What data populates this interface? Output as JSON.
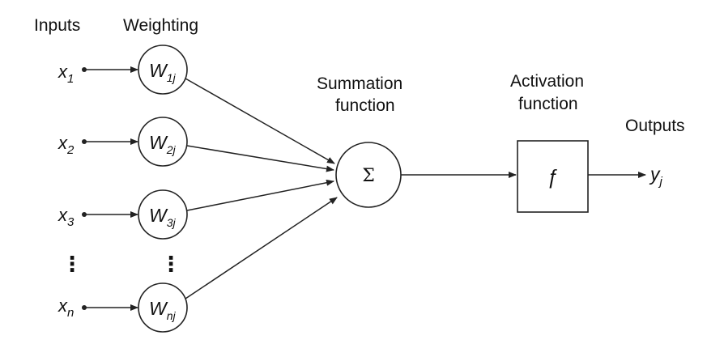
{
  "headers": {
    "inputs": "Inputs",
    "weighting": "Weighting",
    "summation_line1": "Summation",
    "summation_line2": "function",
    "activation_line1": "Activation",
    "activation_line2": "function",
    "outputs": "Outputs"
  },
  "inputs": [
    {
      "base": "x",
      "sub": "1"
    },
    {
      "base": "x",
      "sub": "2"
    },
    {
      "base": "x",
      "sub": "3"
    },
    {
      "base": "x",
      "sub": "n"
    }
  ],
  "weights": [
    {
      "base": "W",
      "sub": "1j"
    },
    {
      "base": "W",
      "sub": "2j"
    },
    {
      "base": "W",
      "sub": "3j"
    },
    {
      "base": "W",
      "sub": "nj"
    }
  ],
  "ellipsis": {
    "input": "⋮",
    "weight": "⋮"
  },
  "summation": {
    "symbol": "Σ"
  },
  "activation": {
    "symbol": "ƒ"
  },
  "output": {
    "base": "y",
    "sub": "j"
  }
}
